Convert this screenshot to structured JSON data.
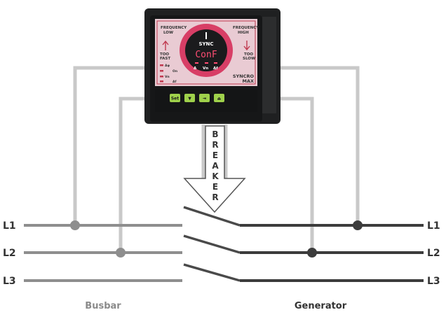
{
  "diagram": {
    "lines_left": [
      "L1",
      "L2",
      "L3"
    ],
    "lines_right": [
      "L1",
      "L2",
      "L3"
    ],
    "busbar_label": "Busbar",
    "generator_label": "Generator",
    "breaker_letters": [
      "B",
      "R",
      "E",
      "A",
      "K",
      "E",
      "R"
    ]
  },
  "device": {
    "frequency_low": [
      "FREQUENCY",
      "LOW"
    ],
    "frequency_high": [
      "FREQUENCY",
      "HIGH"
    ],
    "sync_label": "SYNC",
    "display_value": "ConF",
    "too_fast": [
      "TOO",
      "FAST"
    ],
    "too_slow": [
      "TOO",
      "SLOW"
    ],
    "brand": [
      "SYNCRO",
      "MAX"
    ],
    "small_labels": [
      "Δφ",
      "On",
      "Vn",
      "Δf"
    ],
    "bottom_readouts": [
      "Δ",
      "Vn",
      "Δf"
    ],
    "buttons": [
      "Set",
      "▼",
      "⇥",
      "⏏"
    ]
  },
  "colors": {
    "busbar_wire": "#8c8c8c",
    "generator_wire": "#3c3c3c",
    "connector": "#c8c8c8",
    "panel": "#1e1f20",
    "screen": "#e8c8d0",
    "button": "#9ed04a"
  }
}
